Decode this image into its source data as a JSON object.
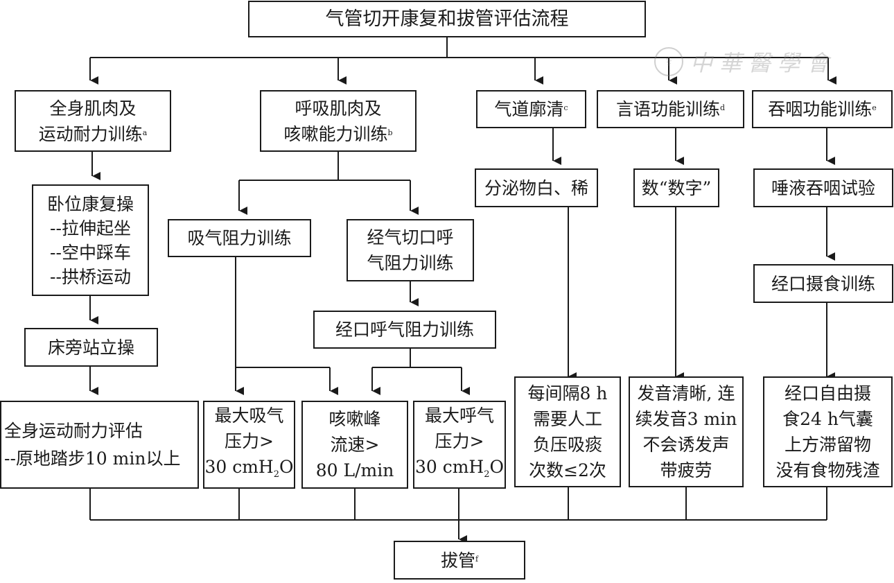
{
  "title": "气管切开康复和拔管评估流程",
  "watermark": {
    "icon": "society-seal-icon",
    "text": "中華醫學會"
  },
  "branches": {
    "a": {
      "label_lines": [
        "全身肌肉及",
        "运动耐力训练"
      ],
      "note": "a"
    },
    "b": {
      "label_lines": [
        "呼吸肌肉及",
        "咳嗽能力训练"
      ],
      "note": "b"
    },
    "c": {
      "label": "气道廓清",
      "note": "c"
    },
    "d": {
      "label": "言语功能训练",
      "note": "d"
    },
    "e": {
      "label": "吞咽功能训练",
      "note": "e"
    }
  },
  "steps": {
    "supine_exercise": [
      "卧位康复操",
      "--拉伸起坐",
      "--空中踩车",
      "--拱桥运动"
    ],
    "bedside_standing": "床旁站立操",
    "inspiratory_training": "吸气阻力训练",
    "trach_expiratory_training": [
      "经气切口呼",
      "气阻力训练"
    ],
    "oral_expiratory_training": "经口呼气阻力训练",
    "secretion": "分泌物白、稀",
    "count_numbers": "数“数字”",
    "saliva_swallow_test": "唾液吞咽试验",
    "oral_feeding_training": "经口摄食训练"
  },
  "criteria": {
    "endurance": [
      "全身运动耐力评估",
      "--原地踏步10 min以上"
    ],
    "mip": {
      "line1": "最大吸气",
      "line2": "压力>",
      "value": "30 cmH",
      "sub": "2",
      "unit_end": "O"
    },
    "pcf": [
      "咳嗽峰",
      "流速>",
      "80 L/min"
    ],
    "mep": {
      "line1": "最大呼气",
      "line2": "压力>",
      "value": "30 cmH",
      "sub": "2",
      "unit_end": "O"
    },
    "suction": [
      "每间隔8 h",
      "需要人工",
      "负压吸痰",
      "次数≤2次"
    ],
    "speech": [
      "发音清晰, 连",
      "续发音3 min",
      "不会诱发声",
      "带疲劳"
    ],
    "swallow": [
      "经口自由摄",
      "食24 h气囊",
      "上方滞留物",
      "没有食物残渣"
    ]
  },
  "outcome": {
    "label": "拔管",
    "note": "f"
  }
}
